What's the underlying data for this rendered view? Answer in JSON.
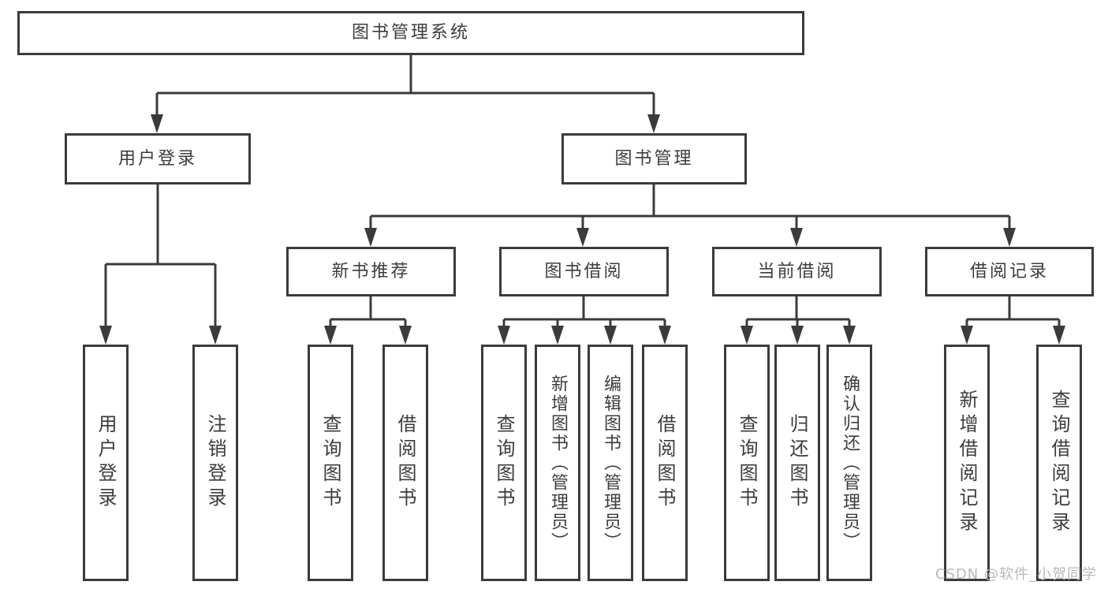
{
  "diagram": {
    "root": {
      "label": "图书管理系统"
    },
    "user_login": {
      "label": "用户登录",
      "children": {
        "login": {
          "label": "用户登录"
        },
        "logout": {
          "label": "注销登录"
        }
      }
    },
    "book_management": {
      "label": "图书管理",
      "children": {
        "new_book": {
          "label": "新书推荐",
          "children": {
            "query": {
              "label": "查询图书"
            },
            "borrow": {
              "label": "借阅图书"
            }
          }
        },
        "book_borrow": {
          "label": "图书借阅",
          "children": {
            "query": {
              "label": "查询图书"
            },
            "add": {
              "label": "新增图书（管理员）"
            },
            "edit": {
              "label": "编辑图书（管理员）"
            },
            "borrow": {
              "label": "借阅图书"
            }
          }
        },
        "current_borrow": {
          "label": "当前借阅",
          "children": {
            "query": {
              "label": "查询图书"
            },
            "return": {
              "label": "归还图书"
            },
            "confirm": {
              "label": "确认归还（管理员）"
            }
          }
        },
        "borrow_record": {
          "label": "借阅记录",
          "children": {
            "add": {
              "label": "新增借阅记录"
            },
            "query": {
              "label": "查询借阅记录"
            }
          }
        }
      }
    },
    "watermark": "CSDN @软件_小贺同学",
    "colors": {
      "line": "#3b3b3b",
      "text": "#3c3c3c",
      "watermark": "#b9b9b9",
      "background": "#ffffff"
    }
  }
}
